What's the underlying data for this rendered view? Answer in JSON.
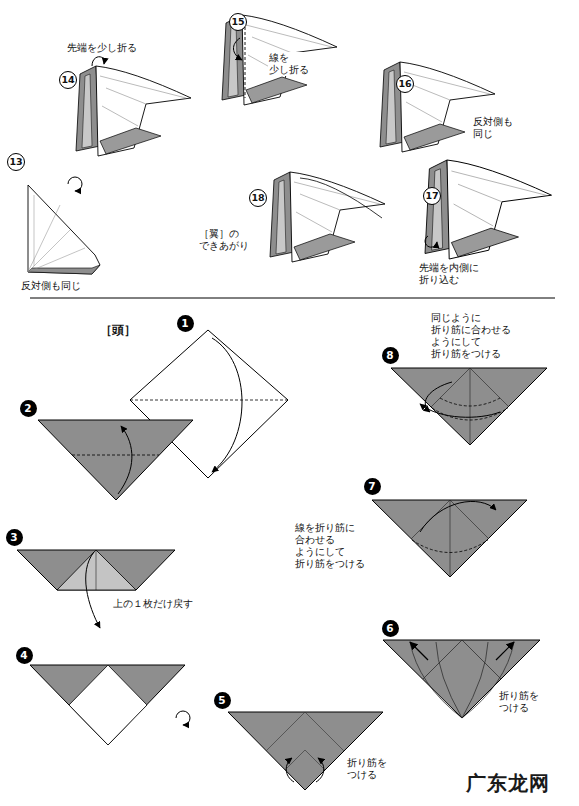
{
  "diagram": {
    "labels": [
      "先端を少し折る",
      "14",
      "15",
      "線を 少し折る",
      "16",
      "反対側も 同じ",
      "13",
      "反対側も同じ",
      "18",
      "［翼］の できあがり",
      "17",
      "先端を内側に 折り込む",
      "［頭］",
      "1",
      "2",
      "3",
      "上の１枚だけ戻す",
      "4",
      "5",
      "折り筋を つける",
      "6",
      "折り筋を つける",
      "7",
      "線を折り筋に 合わせる ようにして 折り筋をつける",
      "8",
      "同じように 折り筋に合わせる ようにして 折り筋をつける",
      "广东龙网"
    ]
  }
}
